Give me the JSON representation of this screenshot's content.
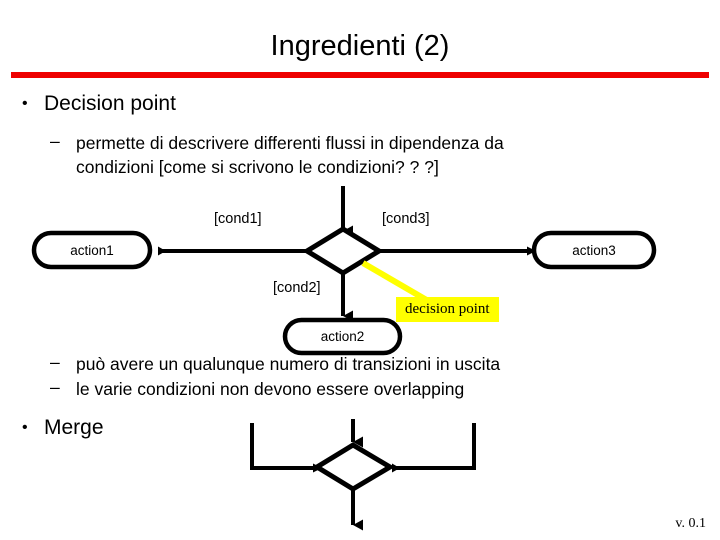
{
  "slide": {
    "title": "Ingredienti (2)",
    "accent_color": "#ee0000",
    "highlight_color": "#ffff00",
    "version": "v. 0.1"
  },
  "content": {
    "bullet1": "Decision point",
    "bullet1_sub1_line1": "permette di descrivere differenti flussi in dipendenza da",
    "bullet1_sub1_line2": "condizioni [come si scrivono le condizioni? ? ?]",
    "bullet1_sub2": "può avere un qualunque numero di transizioni in uscita",
    "bullet1_sub3": "le varie condizioni non devono essere overlapping",
    "bullet2": "Merge",
    "bullet_marker": "•",
    "dash_marker": "–"
  },
  "decision_diagram": {
    "actions": [
      {
        "id": "action1",
        "label": "action1"
      },
      {
        "id": "action2",
        "label": "action2"
      },
      {
        "id": "action3",
        "label": "action3"
      }
    ],
    "conditions": [
      {
        "id": "cond1",
        "label": "[cond1]"
      },
      {
        "id": "cond2",
        "label": "[cond2]"
      },
      {
        "id": "cond3",
        "label": "[cond3]"
      }
    ],
    "callout": "decision point"
  },
  "merge_diagram": {
    "shape": "diamond"
  }
}
